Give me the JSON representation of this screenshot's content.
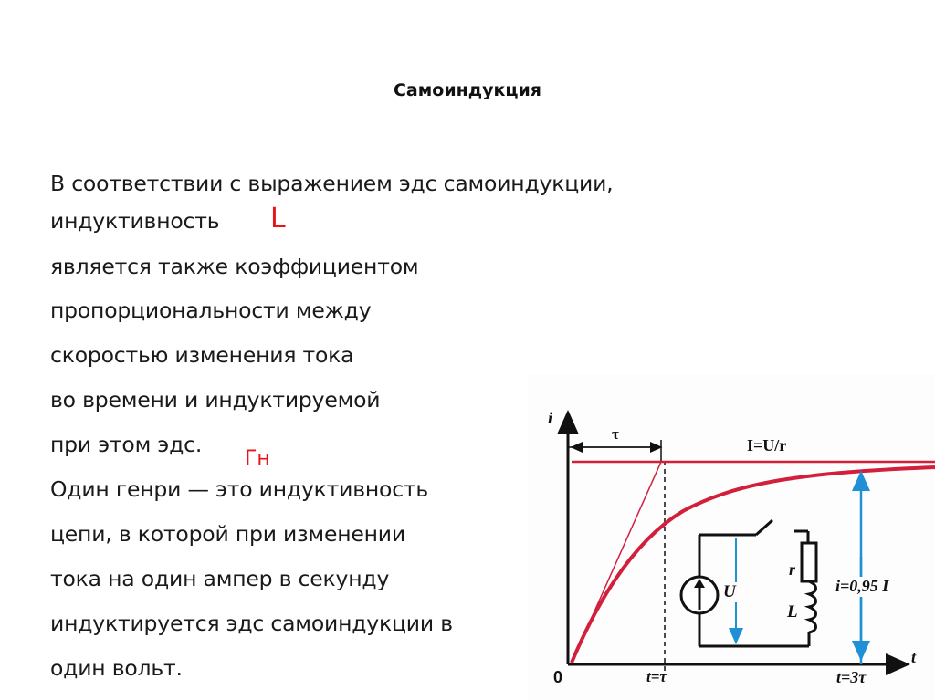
{
  "slide": {
    "title": "Самоиндукция",
    "paragraph_lines": [
      " В соответствии с выражением эдс самоиндукции,",
      "индуктивность",
      "является также коэффициентом",
      "пропорциональности между",
      "скоростью изменения тока",
      "во времени и индуктируемой",
      "при этом эдс.",
      "Один генри — это индуктивность",
      "цепи, в которой при изменении",
      "тока на один ампер в секунду",
      "индуктируется эдс самоиндукции в",
      " один вольт."
    ],
    "annotations": {
      "inductance_symbol": "L",
      "henry_unit": "Гн"
    }
  },
  "figure": {
    "y_axis_label": "i",
    "x_axis_label": "t",
    "origin_label": "0",
    "tau_label": "τ",
    "steady_state_label": "I=U/r",
    "t_tau_label": "t=τ",
    "t_3tau_label": "t=3τ",
    "current_095_label": "i=0,95 I",
    "circuit": {
      "source_label": "U",
      "resistor_label": "r",
      "inductor_label": "L"
    },
    "colors": {
      "curve": "#d21f3c",
      "arrows": "#1f8fd6",
      "axis": "#111111"
    }
  }
}
